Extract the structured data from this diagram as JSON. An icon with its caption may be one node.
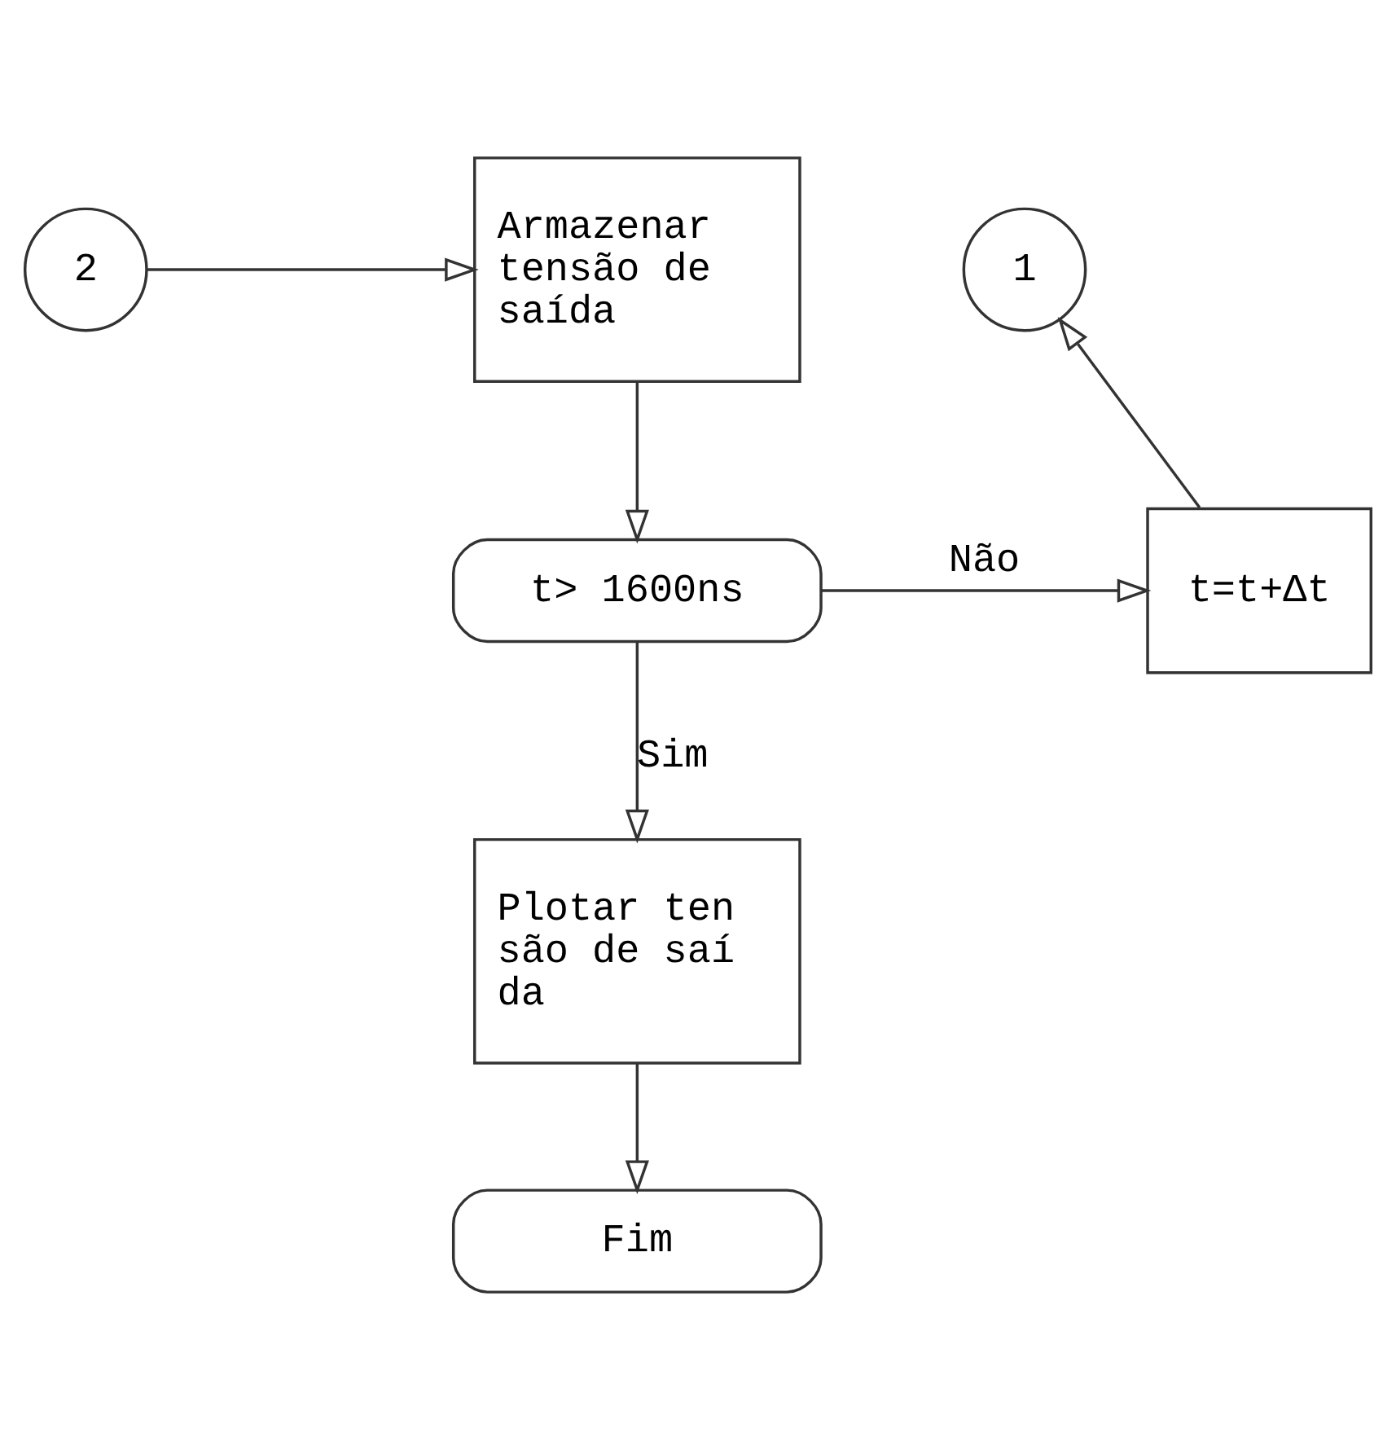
{
  "diagram": {
    "nodes": [
      {
        "text": [
          "2"
        ]
      },
      {
        "text": [
          "Armazenar tensão de saída"
        ]
      },
      {
        "text": [
          "1"
        ]
      },
      {
        "text": [
          "t> 1600ns"
        ]
      },
      {
        "text": [
          "t=t+Δt"
        ]
      },
      {
        "text": [
          "Plotar ten são de saí da"
        ]
      },
      {
        "text": [
          "Fim"
        ]
      }
    ],
    "edges": [
      {
        "from": 0,
        "to": 1,
        "arrow": "to"
      },
      {
        "from": 1,
        "to": 3,
        "arrow": "to"
      },
      {
        "from": 3,
        "to": 4,
        "arrow": "to",
        "label": "Não"
      },
      {
        "from": 4,
        "to": 2,
        "arrow": "to"
      },
      {
        "from": 3,
        "to": 5,
        "arrow": "to",
        "label": "Sim"
      },
      {
        "from": 5,
        "to": 6,
        "arrow": "to"
      }
    ]
  }
}
